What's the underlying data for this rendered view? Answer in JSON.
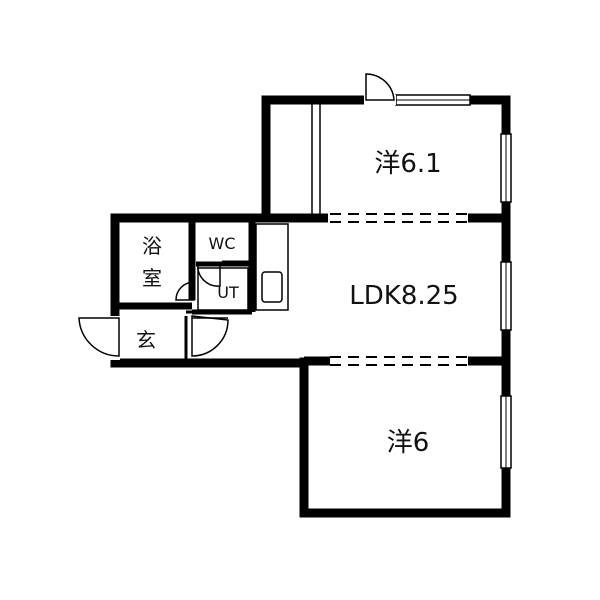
{
  "floorplan": {
    "rooms": {
      "western_upper": "洋6.1",
      "ldk": "LDK8.25",
      "western_lower": "洋6",
      "bath_line1": "浴",
      "bath_line2": "室",
      "wc": "WC",
      "ut": "UT",
      "entrance": "玄"
    },
    "colors": {
      "wall": "#000000",
      "window": "#9a9a9a",
      "background": "#ffffff"
    }
  }
}
